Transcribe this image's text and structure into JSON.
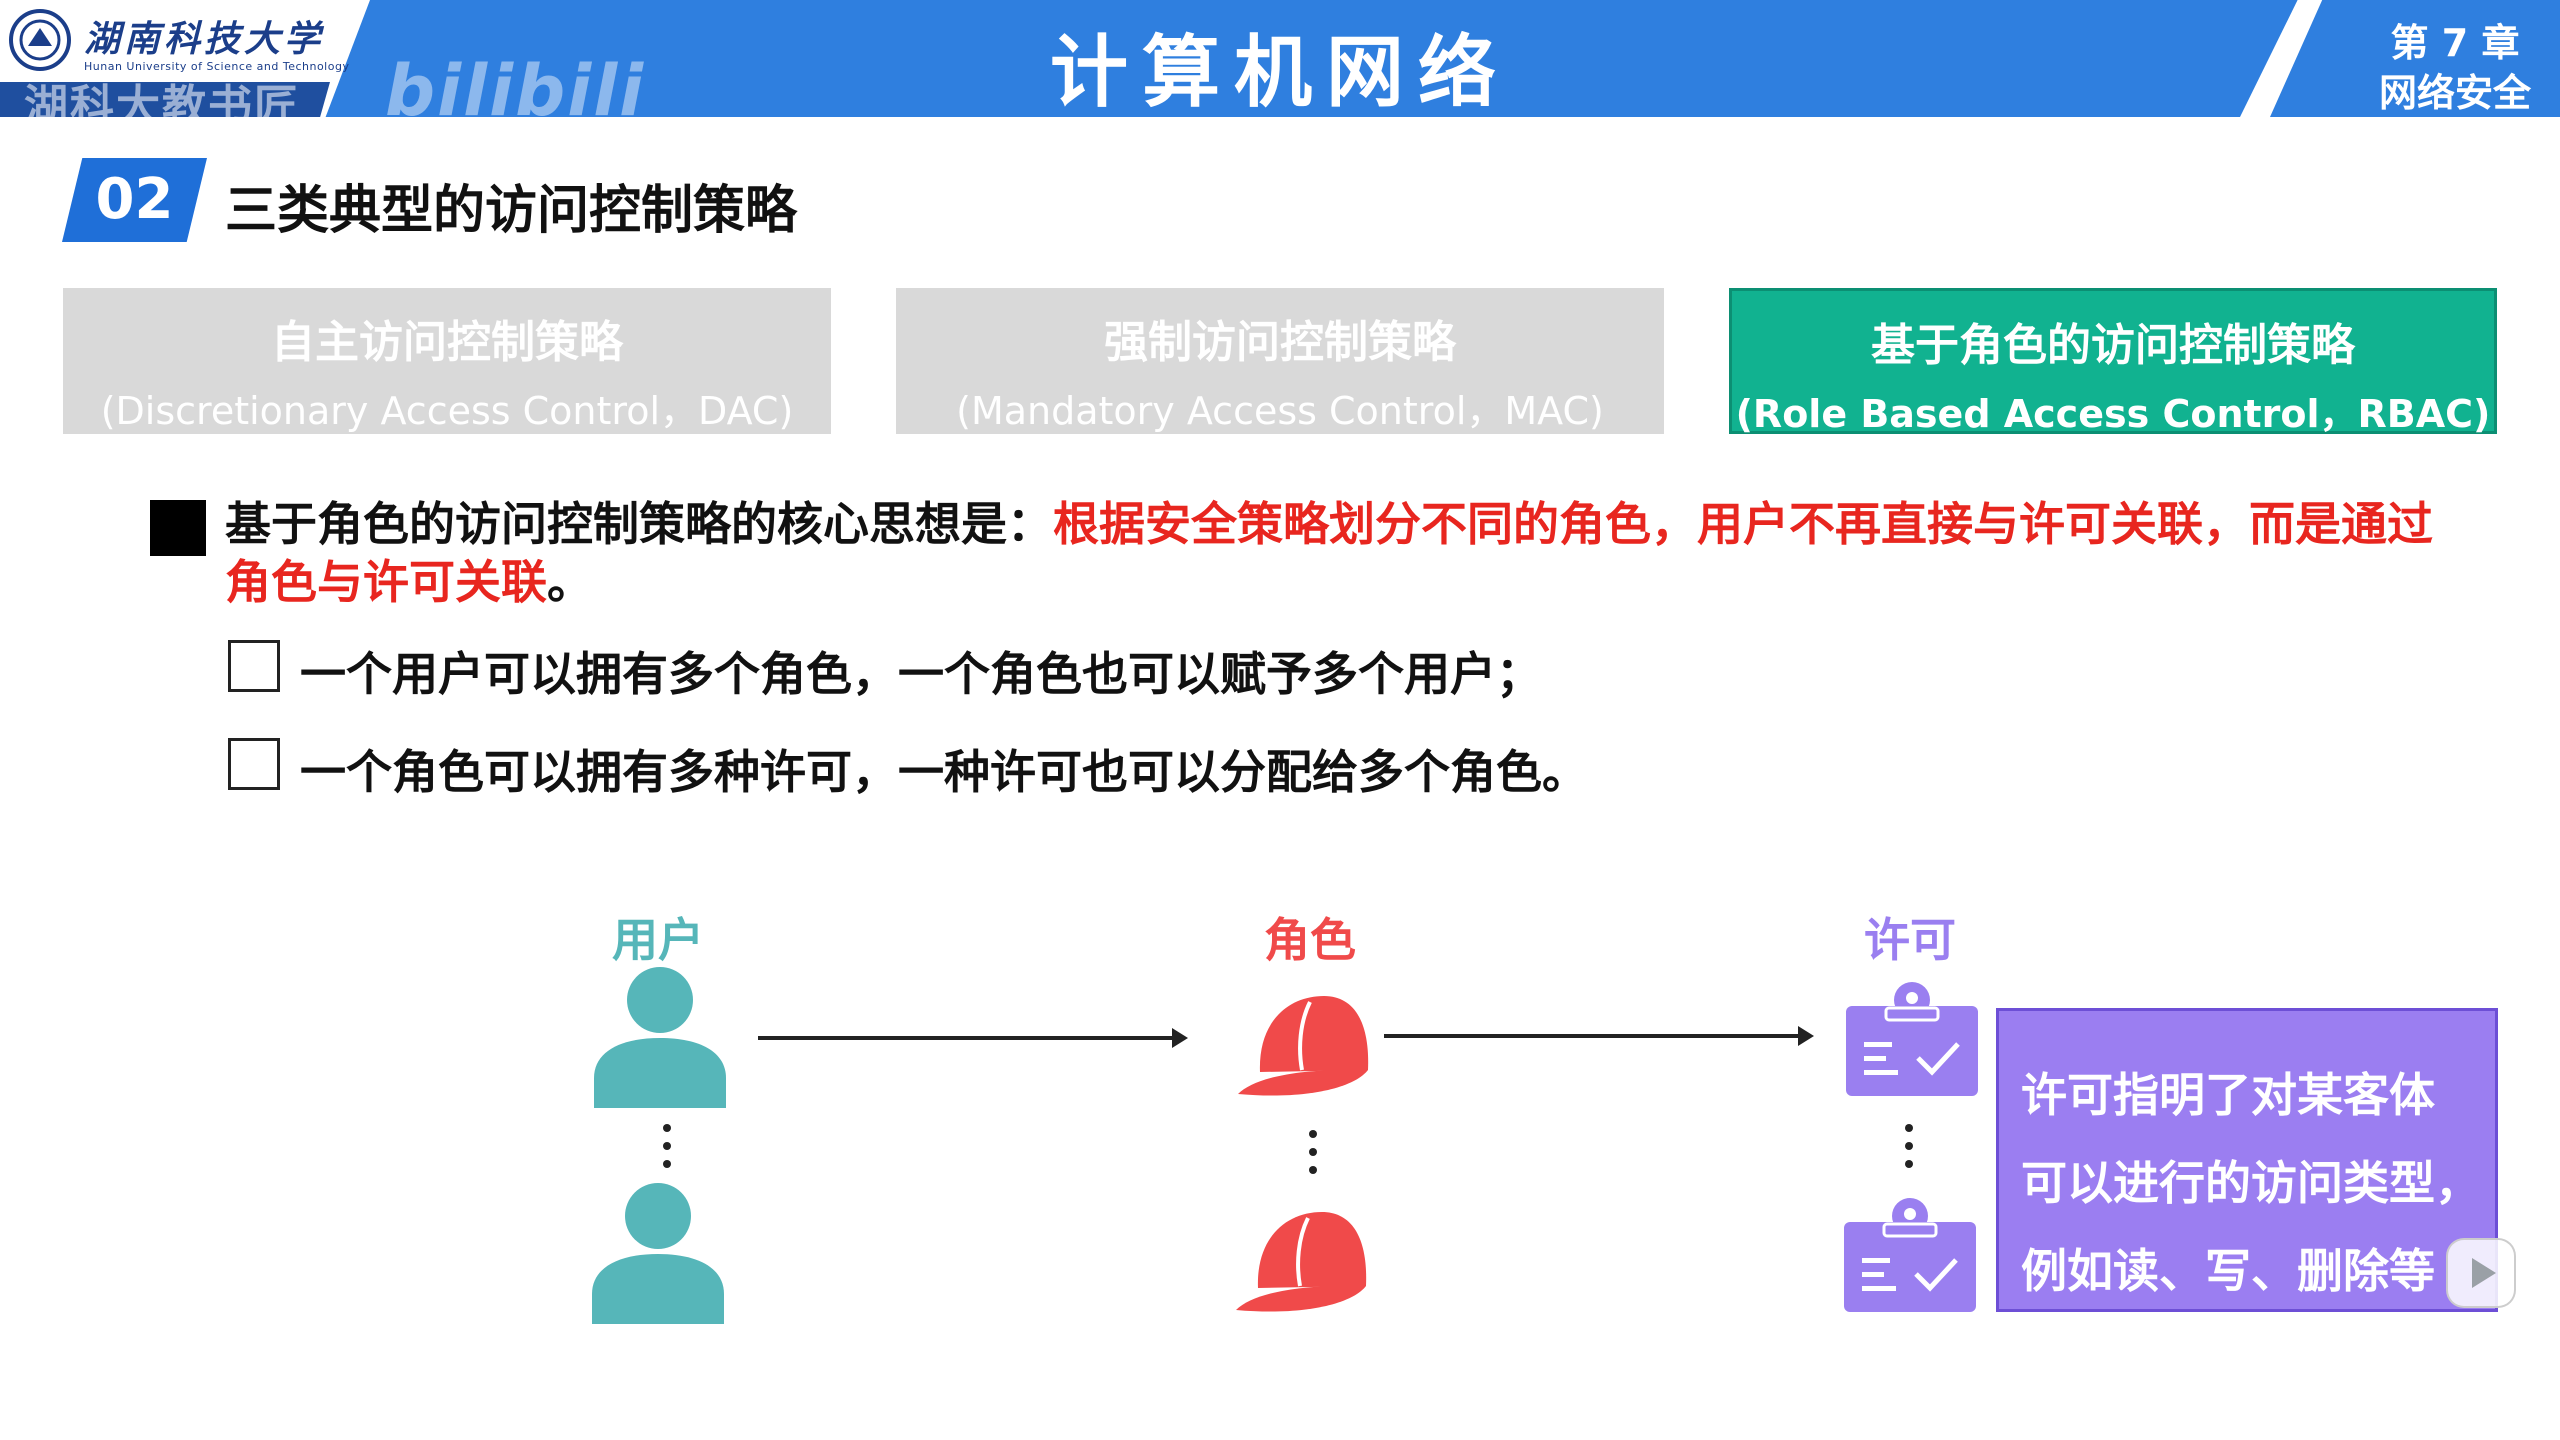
{
  "header": {
    "university_name": "湖南科技大学",
    "university_en": "Hunan University of Science and Technology",
    "watermark_text": "湖科大教书匠",
    "platform_watermark": "bilibili",
    "course_title": "计算机网络",
    "chapter_number": "第 7 章",
    "chapter_name": "网络安全"
  },
  "section": {
    "number": "02",
    "title": "三类典型的访问控制策略"
  },
  "policies": [
    {
      "name": "自主访问控制策略",
      "english": "(Discretionary Access Control，DAC)",
      "active": false
    },
    {
      "name": "强制访问控制策略",
      "english": "(Mandatory Access Control，MAC)",
      "active": false
    },
    {
      "name": "基于角色的访问控制策略",
      "english": "(Role Based Access Control，RBAC)",
      "active": true
    }
  ],
  "core_idea": {
    "prefix": "基于角色的访问控制策略的核心思想是：",
    "highlight": "根据安全策略划分不同的角色，用户不再直接与许可关联，而是通过角色与许可关联",
    "suffix": "。"
  },
  "points": [
    "一个用户可以拥有多个角色，一个角色也可以赋予多个用户；",
    "一个角色可以拥有多种许可，一种许可也可以分配给多个角色。"
  ],
  "diagram": {
    "user_label": "用户",
    "role_label": "角色",
    "permission_label": "许可",
    "note_lines": [
      "许可指明了对某客体",
      "可以进行的访问类型，",
      "例如读、写、删除等"
    ],
    "colors": {
      "user": "#56b6b9",
      "role": "#f04a4a",
      "permission": "#9a7ff0"
    }
  }
}
